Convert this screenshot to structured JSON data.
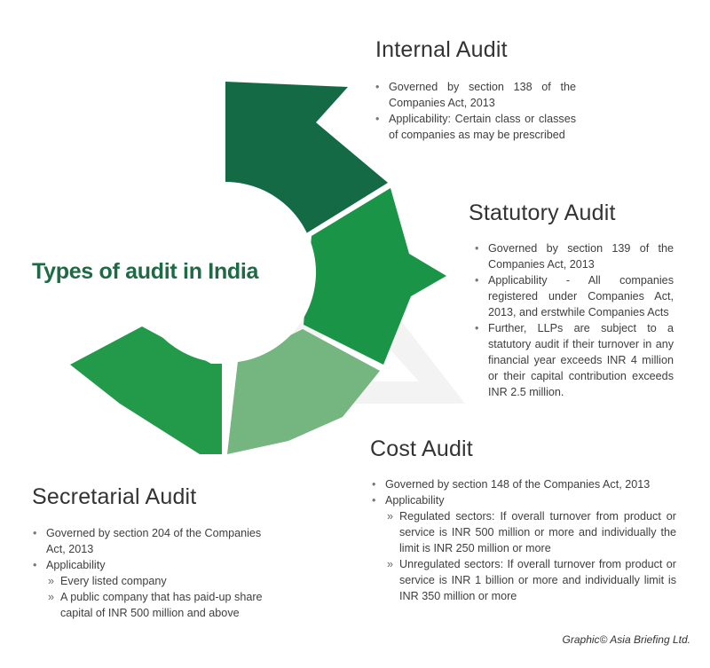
{
  "title": "Types of audit in India",
  "colors": {
    "internal": "#156a46",
    "statutory": "#1a9446",
    "cost": "#6aaf76",
    "secretarial": "#229a49",
    "title": "#1e6a45"
  },
  "internal": {
    "heading": "Internal Audit",
    "items": [
      "Governed by section 138 of the Companies Act, 2013",
      "Applicability: Certain class or classes of companies as may be prescribed"
    ]
  },
  "statutory": {
    "heading": "Statutory Audit",
    "items": [
      "Governed by section 139 of the Companies Act, 2013",
      "Applicability - All companies registered under Companies Act, 2013, and erstwhile Companies Acts",
      "Further, LLPs are subject to a statutory audit if their turnover in any financial year exceeds INR 4 million or their capital contribution exceeds INR 2.5 million."
    ]
  },
  "cost": {
    "heading": "Cost Audit",
    "items": [
      "Governed by section 148 of the Companies Act, 2013",
      "Applicability"
    ],
    "sub_items": [
      "Regulated sectors: If overall turnover from product or service is INR 500 million or more and individually the limit is INR 250 million or more",
      "Unregulated sectors: If overall turnover from product or service is INR 1 billion or more and individually limit is INR 350 million or more"
    ]
  },
  "secretarial": {
    "heading": "Secretarial Audit",
    "items": [
      "Governed by section 204 of the Companies Act, 2013",
      "Applicability"
    ],
    "sub_items": [
      "Every listed company",
      "A public company that has paid-up share capital of INR 500 million and above"
    ]
  },
  "credit": "Graphic© Asia Briefing Ltd."
}
